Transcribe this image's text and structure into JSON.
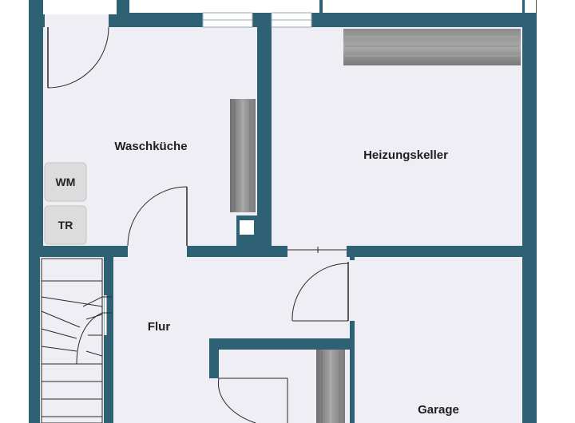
{
  "colors": {
    "wall": "#2e6173",
    "floor": "#eeeef4",
    "outside": "#ffffff",
    "appliance": "#dcdcdc",
    "cabinet": "#8a8a8a"
  },
  "rooms": {
    "waschkueche": "Waschküche",
    "heizungskeller": "Heizungskeller",
    "flur": "Flur",
    "garage": "Garage"
  },
  "appliances": {
    "washing_machine": "WM",
    "dryer": "TR"
  }
}
